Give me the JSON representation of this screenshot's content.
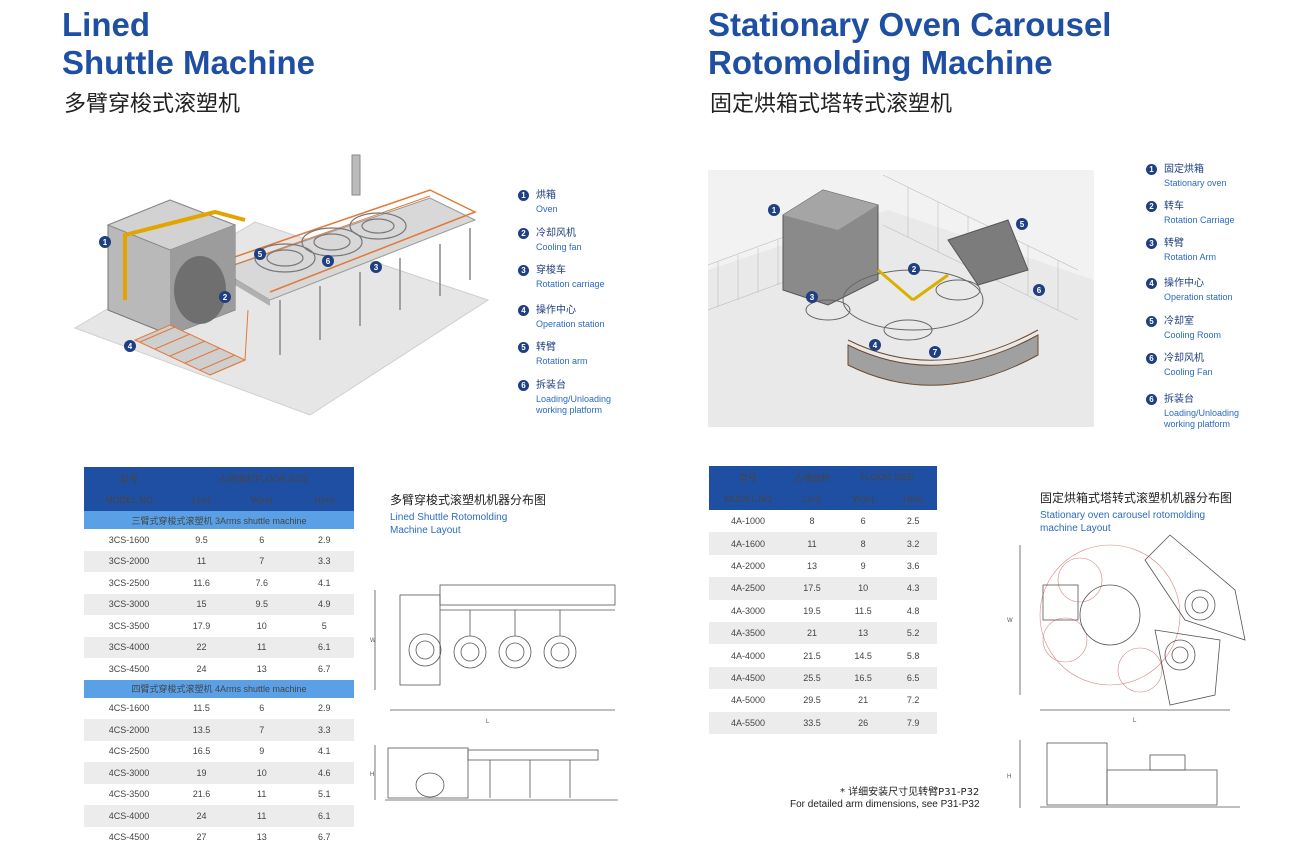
{
  "left": {
    "title_line1": "Lined",
    "title_line2": "Shuttle Machine",
    "subtitle_zh": "多臂穿梭式滚塑机",
    "callouts": [
      "1",
      "2",
      "3",
      "4",
      "5",
      "6"
    ],
    "legend": [
      {
        "n": "1",
        "zh": "烘箱",
        "en": "Oven"
      },
      {
        "n": "2",
        "zh": "冷却风机",
        "en": "Cooling fan"
      },
      {
        "n": "3",
        "zh": "穿梭车",
        "en": "Rotation carriage"
      },
      {
        "n": "4",
        "zh": "操作中心",
        "en": "Operation station"
      },
      {
        "n": "5",
        "zh": "转臂",
        "en": "Rotation arm"
      },
      {
        "n": "6",
        "zh": "拆装台",
        "en": "Loading/Unloading working platform"
      }
    ],
    "table": {
      "h_model_zh": "型号",
      "h_floor": "占地面积FLOOR SIZE",
      "h_model_en": "MODEL NO",
      "h_l": "L(m)",
      "h_w": "W(m)",
      "h_h": "H(m)",
      "section1": "三臂式穿梭式滚塑机 3Arms shuttle machine",
      "rows1": [
        [
          "3CS-1600",
          "9.5",
          "6",
          "2.9"
        ],
        [
          "3CS-2000",
          "11",
          "7",
          "3.3"
        ],
        [
          "3CS-2500",
          "11.6",
          "7.6",
          "4.1"
        ],
        [
          "3CS-3000",
          "15",
          "9.5",
          "4.9"
        ],
        [
          "3CS-3500",
          "17.9",
          "10",
          "5"
        ],
        [
          "3CS-4000",
          "22",
          "11",
          "6.1"
        ],
        [
          "3CS-4500",
          "24",
          "13",
          "6.7"
        ]
      ],
      "section2": "四臂式穿梭式滚塑机 4Arms shuttle machine",
      "rows2": [
        [
          "4CS-1600",
          "11.5",
          "6",
          "2.9"
        ],
        [
          "4CS-2000",
          "13.5",
          "7",
          "3.3"
        ],
        [
          "4CS-2500",
          "16.5",
          "9",
          "4.1"
        ],
        [
          "4CS-3000",
          "19",
          "10",
          "4.6"
        ],
        [
          "4CS-3500",
          "21.6",
          "11",
          "5.1"
        ],
        [
          "4CS-4000",
          "24",
          "11",
          "6.1"
        ],
        [
          "4CS-4500",
          "27",
          "13",
          "6.7"
        ]
      ]
    },
    "layout_title_zh": "多臂穿梭式滚塑机机器分布图",
    "layout_title_en1": "Lined Shuttle Rotomolding",
    "layout_title_en2": "Machine Layout",
    "dim_l": "L",
    "dim_w": "W",
    "dim_h": "H"
  },
  "right": {
    "title_line1": "Stationary Oven Carousel",
    "title_line2": "Rotomolding Machine",
    "subtitle_zh": "固定烘箱式塔转式滚塑机",
    "callouts": [
      "1",
      "2",
      "3",
      "4",
      "5",
      "6",
      "7"
    ],
    "legend": [
      {
        "n": "1",
        "zh": "固定烘箱",
        "en": "Stationary oven"
      },
      {
        "n": "2",
        "zh": "转车",
        "en": "Rotation Carriage"
      },
      {
        "n": "3",
        "zh": "转臂",
        "en": "Rotation Arm"
      },
      {
        "n": "4",
        "zh": "操作中心",
        "en": "Operation station"
      },
      {
        "n": "5",
        "zh": "冷却室",
        "en": "Cooling Room"
      },
      {
        "n": "6",
        "zh": "冷却风机",
        "en": "Cooling Fan"
      },
      {
        "n": "6",
        "zh": "拆装台",
        "en": "Loading/Unloading working platform"
      }
    ],
    "table": {
      "h_model_zh": "型号",
      "h_floor_zh": "占地面积",
      "h_floor_en": "FLOOR SIZE",
      "h_model_en": "MODEL NO",
      "h_l": "L(m)",
      "h_w": "W(m)",
      "h_h": "H(m)",
      "rows": [
        [
          "4A-1000",
          "8",
          "6",
          "2.5"
        ],
        [
          "4A-1600",
          "11",
          "8",
          "3.2"
        ],
        [
          "4A-2000",
          "13",
          "9",
          "3.6"
        ],
        [
          "4A-2500",
          "17.5",
          "10",
          "4.3"
        ],
        [
          "4A-3000",
          "19.5",
          "11.5",
          "4.8"
        ],
        [
          "4A-3500",
          "21",
          "13",
          "5.2"
        ],
        [
          "4A-4000",
          "21.5",
          "14.5",
          "5.8"
        ],
        [
          "4A-4500",
          "25.5",
          "16.5",
          "6.5"
        ],
        [
          "4A-5000",
          "29.5",
          "21",
          "7.2"
        ],
        [
          "4A-5500",
          "33.5",
          "26",
          "7.9"
        ]
      ]
    },
    "note_zh": "* 详细安装尺寸见转臂P31-P32",
    "note_en": "For detailed arm dimensions, see P31-P32",
    "layout_title_zh": "固定烘箱式塔转式滚塑机机器分布图",
    "layout_title_en1": "Stationary oven carousel rotomolding",
    "layout_title_en2": "machine Layout",
    "dim_l": "L",
    "dim_w": "W",
    "dim_h": "H"
  },
  "colors": {
    "brand_blue": "#1f4fa3",
    "section_blue": "#5aa0e6",
    "legend_dark": "#1f3f80"
  }
}
